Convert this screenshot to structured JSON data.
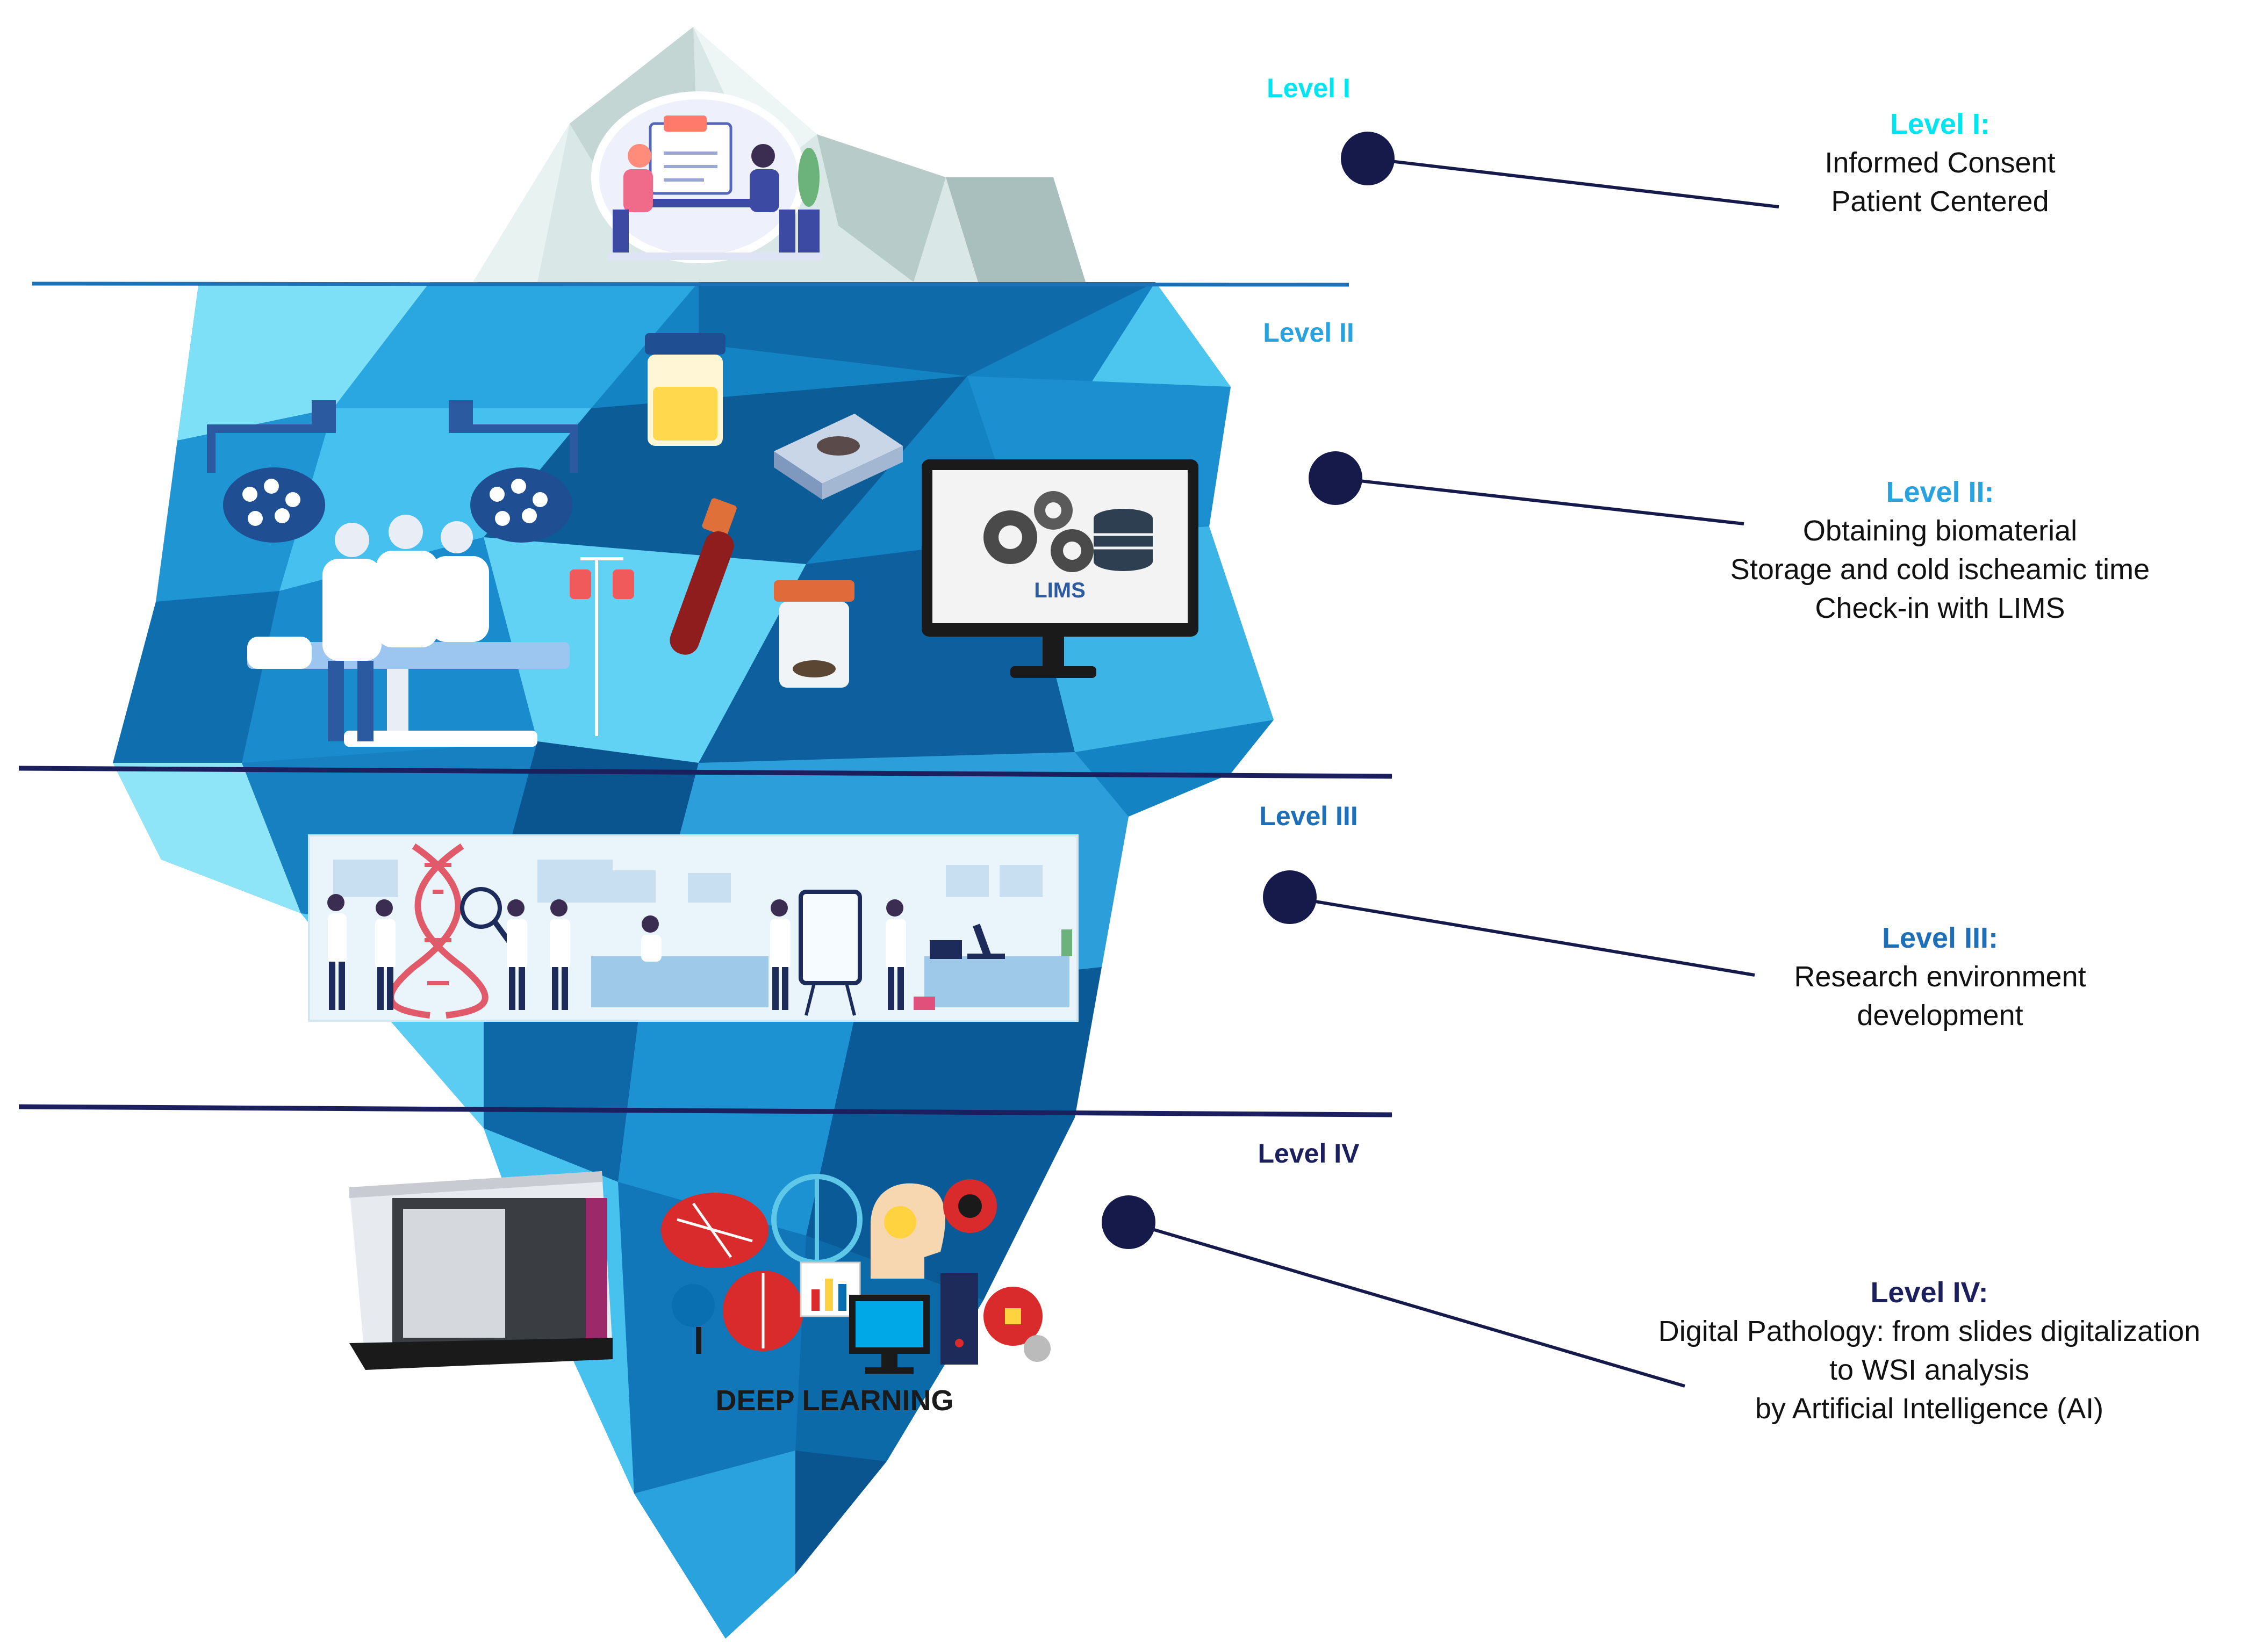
{
  "colors": {
    "level_1": "#00e5f0",
    "level_2": "#29a3e0",
    "level_3": "#1d6fb8",
    "level_4": "#1c1f5e",
    "dot": "#161a4a",
    "ice_dark": "#0d5f9e",
    "ice_mid": "#1b8fd0",
    "ice_light": "#6fd9f7"
  },
  "levels": [
    {
      "tag": "Level I",
      "heading": "Level I:",
      "lines": [
        "Informed Consent",
        "Patient Centered"
      ]
    },
    {
      "tag": "Level II",
      "heading": "Level II:",
      "lines": [
        "Obtaining biomaterial",
        "Storage and cold ischeamic time",
        "Check-in with LIMS"
      ]
    },
    {
      "tag": "Level III",
      "heading": "Level III:",
      "lines": [
        "Research environment",
        "development"
      ]
    },
    {
      "tag": "Level IV",
      "heading": "Level IV:",
      "lines": [
        "Digital Pathology: from slides digitalization",
        "to WSI analysis",
        "by Artificial Intelligence (AI)"
      ]
    }
  ],
  "illustrations": {
    "monitor_label": "LIMS",
    "deep_learning_label": "DEEP LEARNING"
  },
  "icons": [
    "consultation-icon",
    "surgery-lamp-icon",
    "surgeon-icon",
    "specimen-jar-icon",
    "tissue-cassette-icon",
    "blood-tube-icon",
    "lims-monitor-icon",
    "gear-icon",
    "database-icon",
    "dna-icon",
    "scientist-icon",
    "microscope-icon",
    "slide-scanner-icon",
    "brain-icon",
    "lightbulb-head-icon",
    "computer-icon"
  ]
}
